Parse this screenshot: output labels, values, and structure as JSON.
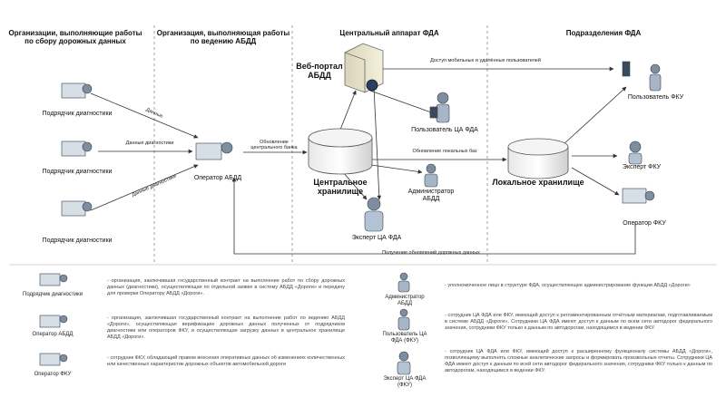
{
  "columns": [
    {
      "id": "col1",
      "title": "Организации, выполняющие работы по сбору дорожных данных"
    },
    {
      "id": "col2",
      "title": "Организация, выполняющая работы по ведению АБДД"
    },
    {
      "id": "col3",
      "title": "Центральный аппарат ФДА"
    },
    {
      "id": "col4",
      "title": "Подразделения ФДА"
    }
  ],
  "nodes": {
    "contractor1": "Подрядчик диагностики",
    "contractor2": "Подрядчик диагностики",
    "contractor3": "Подрядчик диагностики",
    "operator_abdd": "Оператор АБДД",
    "webportal": "Веб-портал АБДД",
    "central_store": "Центральное хранилище",
    "local_store": "Локальное хранилище",
    "user_ca": "Пользователь ЦА ФДА",
    "admin": "Администратор АБДД",
    "expert_ca": "Эксперт ЦА ФДА",
    "user_fku": "Пользователь ФКУ",
    "expert_fku": "Эксперт ФКУ",
    "operator_fku": "Оператор ФКУ"
  },
  "edges": {
    "e1": "Данные",
    "e2": "Данные диагностики",
    "e3": "Данные диагностики",
    "e4": "Обновление центрального банка",
    "e5": "Обновление локальных баз",
    "e6": "Доступ мобильных и удалённых пользователей",
    "e7": "Получение обновлений дорожных данных"
  },
  "legend": [
    {
      "label": "Подрядчик диагностики",
      "text": "- организация, заключившая государственный контракт на выполнение работ по сбору дорожных данных (диагностики), осуществляющая по отдельной заявке в систему АБДД «Дороги» и передачу для проверки Оператору АБДД «Дороги»."
    },
    {
      "label": "Оператор АБДД",
      "text": "- организация, заключившая государственный контракт на выполнение работ по ведению АБДД «Дороги», осуществляющая верификацию дорожных данных полученных от подрядчиков диагностики или операторов ФКУ, и осуществляющая загрузку данных в центральное хранилище АБДД «Дороги»."
    },
    {
      "label": "Оператор ФКУ",
      "text": "- сотрудник ФКУ, обладающий правом внесения оперативных данных об изменениях количественных или качественных характеристик дорожных объектов автомобильной дороги"
    },
    {
      "label": "Администратор АБДД",
      "text": "- уполномоченное лицо в структуре ФДА, осуществляющее администрирование функции АБДД «Дороги»"
    },
    {
      "label": "Пользователь ЦА ФДА (ФКУ)",
      "text": "- сотрудник ЦА ФДА или ФКУ, имеющий доступ к регламентированным отчётным материалам, подготавливаемым в системе АБДД «Дороги». Сотрудники ЦА ФДА имеют доступ к данным по всем сети автодорог федерального значения, сотрудники ФКУ только к данным по автодорогам, находящимся в ведении ФКУ."
    },
    {
      "label": "Эксперт ЦА ФДА (ФКУ)",
      "text": "- сотрудник ЦА ФДА или ФКУ, имеющий доступ к расширенному функционалу системы АБДД «Дороги», позволяющему выполнять сложные аналитические запросы и формировать произвольные отчеты. Сотрудники ЦА ФДА имеют доступ к данным по всей сети автодорог федерального значения, сотрудники ФКУ только к данным по автодорогам, находящимся в ведении ФКУ."
    }
  ]
}
